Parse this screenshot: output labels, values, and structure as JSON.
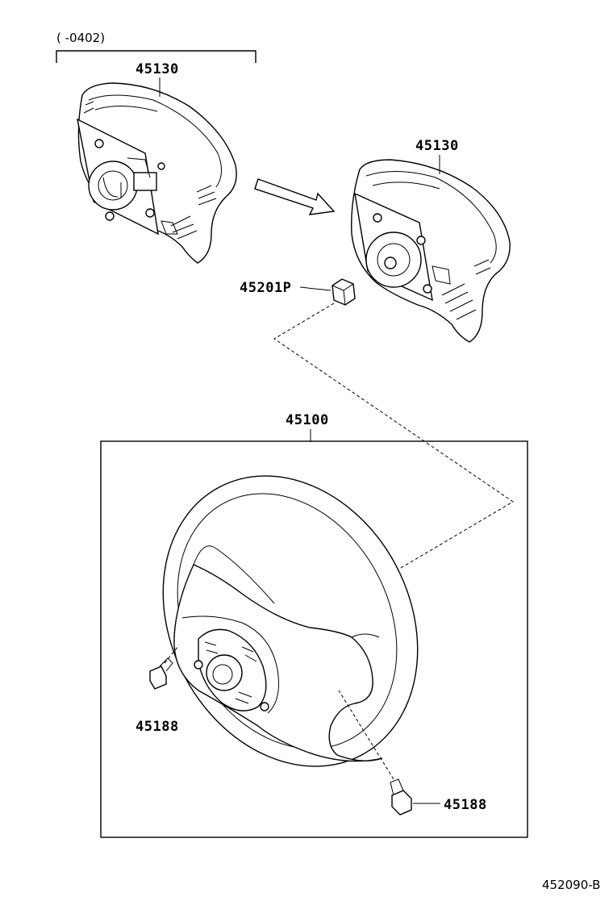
{
  "date_range_note": "(      -0402)",
  "parts": {
    "airbag_old": "45130",
    "airbag_new": "45130",
    "nut": "45201P",
    "wheel": "45100",
    "bolt_left": "45188",
    "bolt_right": "45188"
  },
  "figure_id": "452090-B"
}
